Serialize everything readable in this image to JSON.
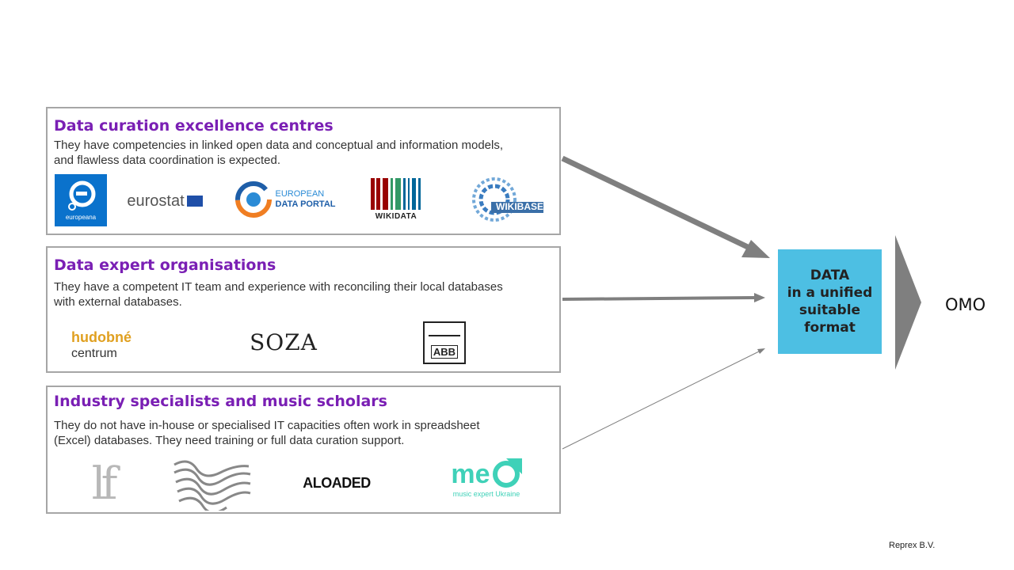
{
  "panels": [
    {
      "title": "Data curation excellence centres",
      "description_line1": "They have competencies in linked open data and conceptual and information models,",
      "description_line2": "and flawless data coordination is expected.",
      "logos": [
        {
          "name": "europeana-logo",
          "text": "europeana"
        },
        {
          "name": "eurostat-logo",
          "text": "eurostat"
        },
        {
          "name": "european-data-portal-logo",
          "text_line1": "EUROPEAN",
          "text_line2": "DATA PORTAL"
        },
        {
          "name": "wikidata-logo",
          "text": "WIKIDATA"
        },
        {
          "name": "wikibase-logo",
          "text": "WIKIBASE"
        }
      ]
    },
    {
      "title": "Data expert organisations",
      "description_line1": "They have a competent IT team and experience with reconciling their local databases",
      "description_line2": "with external databases.",
      "logos": [
        {
          "name": "hudobne-centrum-logo",
          "text_line1": "hudobné",
          "text_line2": "centrum"
        },
        {
          "name": "soza-logo",
          "text": "SOZA"
        },
        {
          "name": "abb-logo",
          "text": "ABB"
        }
      ]
    },
    {
      "title": "Industry specialists and music scholars",
      "description_line1": "They do not have in-house or specialised IT capacities often work in spreadsheet",
      "description_line2": "(Excel) databases. They need training or full data curation support.",
      "logos": [
        {
          "name": "lf-logo",
          "text": "lf"
        },
        {
          "name": "yes-logo",
          "text": ""
        },
        {
          "name": "aloaded-logo",
          "text": "ALOADED"
        },
        {
          "name": "music-expert-ukraine-logo",
          "text": "me",
          "subtext": "music expert Ukraine"
        }
      ]
    }
  ],
  "data_box": {
    "line1": "DATA",
    "line2": "in a unified",
    "line3": "suitable",
    "line4": "format"
  },
  "target_label": "OMO",
  "credit": "Reprex B.V.",
  "colors": {
    "title": "#7a1fb4",
    "panel_border": "#a6a6a6",
    "data_box": "#4dbfe3",
    "arrow": "#7f7f7f"
  }
}
